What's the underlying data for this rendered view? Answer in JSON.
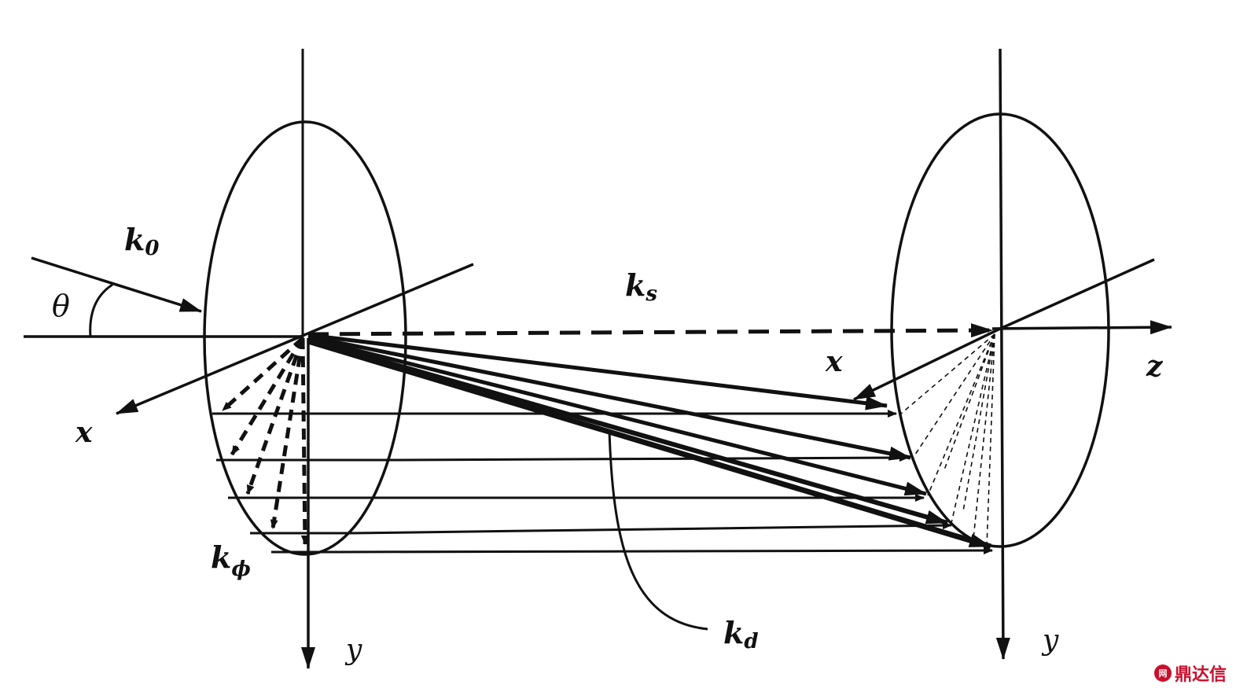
{
  "labels": {
    "k0": "k",
    "k0_sub": "0",
    "theta": "θ",
    "ks": "k",
    "ks_sub": "s",
    "kphi": "k",
    "kphi_sub": "ϕ",
    "kd": "k",
    "kd_sub": "d",
    "x_left": "x",
    "y_left": "y",
    "x_right": "x",
    "z_right": "z",
    "y_right": "y"
  },
  "watermark": {
    "text": "鼎达信",
    "color": "#c8102e"
  }
}
